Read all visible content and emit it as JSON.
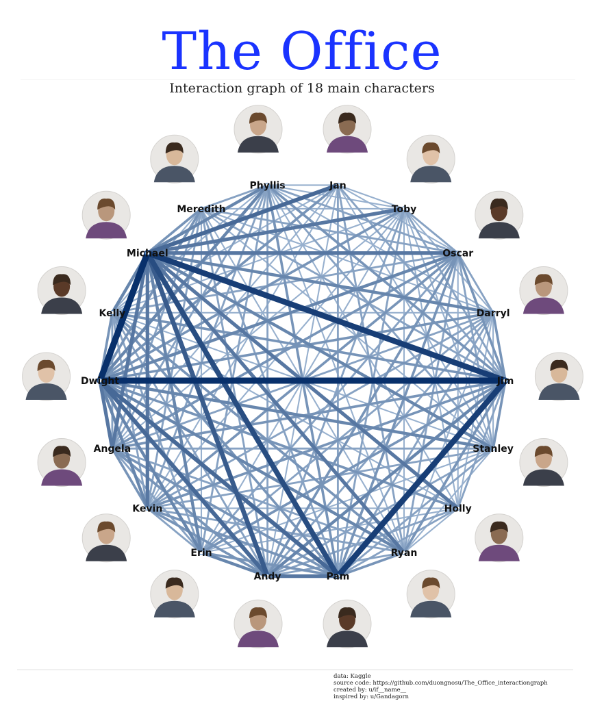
{
  "title": "The Office",
  "subtitle": "Interaction graph of 18 main characters",
  "colors": {
    "title": "#1a33ff",
    "edge_light": "#c6dbef",
    "edge_dark": "#08306b"
  },
  "nodes": [
    {
      "id": "Phyllis",
      "label": "Phyllis",
      "portrait": "phyllis-portrait"
    },
    {
      "id": "Jan",
      "label": "Jan",
      "portrait": "jan-portrait"
    },
    {
      "id": "Toby",
      "label": "Toby",
      "portrait": "toby-portrait"
    },
    {
      "id": "Oscar",
      "label": "Oscar",
      "portrait": "oscar-portrait"
    },
    {
      "id": "Darryl",
      "label": "Darryl",
      "portrait": "darryl-portrait"
    },
    {
      "id": "Jim",
      "label": "Jim",
      "portrait": "jim-portrait"
    },
    {
      "id": "Stanley",
      "label": "Stanley",
      "portrait": "stanley-portrait"
    },
    {
      "id": "Holly",
      "label": "Holly",
      "portrait": "holly-portrait"
    },
    {
      "id": "Ryan",
      "label": "Ryan",
      "portrait": "ryan-portrait"
    },
    {
      "id": "Pam",
      "label": "Pam",
      "portrait": "pam-portrait"
    },
    {
      "id": "Andy",
      "label": "Andy",
      "portrait": "andy-portrait"
    },
    {
      "id": "Erin",
      "label": "Erin",
      "portrait": "erin-portrait"
    },
    {
      "id": "Kevin",
      "label": "Kevin",
      "portrait": "kevin-portrait"
    },
    {
      "id": "Angela",
      "label": "Angela",
      "portrait": "angela-portrait"
    },
    {
      "id": "Dwight",
      "label": "Dwight",
      "portrait": "dwight-portrait"
    },
    {
      "id": "Kelly",
      "label": "Kelly",
      "portrait": "kelly-portrait"
    },
    {
      "id": "Michael",
      "label": "Michael",
      "portrait": "michael-portrait"
    },
    {
      "id": "Meredith",
      "label": "Meredith",
      "portrait": "meredith-portrait"
    }
  ],
  "edges": [
    {
      "source": "Michael",
      "target": "Dwight",
      "weight": 10
    },
    {
      "source": "Dwight",
      "target": "Jim",
      "weight": 10
    },
    {
      "source": "Michael",
      "target": "Jim",
      "weight": 9
    },
    {
      "source": "Jim",
      "target": "Pam",
      "weight": 9
    },
    {
      "source": "Michael",
      "target": "Pam",
      "weight": 8
    },
    {
      "source": "Michael",
      "target": "Andy",
      "weight": 7
    },
    {
      "source": "Michael",
      "target": "Jan",
      "weight": 6
    },
    {
      "source": "Dwight",
      "target": "Andy",
      "weight": 6
    },
    {
      "source": "Dwight",
      "target": "Pam",
      "weight": 6
    },
    {
      "source": "Andy",
      "target": "Pam",
      "weight": 5
    },
    {
      "source": "Michael",
      "target": "Toby",
      "weight": 5
    },
    {
      "source": "Michael",
      "target": "Oscar",
      "weight": 5
    },
    {
      "source": "Michael",
      "target": "Ryan",
      "weight": 5
    },
    {
      "source": "Michael",
      "target": "Holly",
      "weight": 5
    },
    {
      "source": "Michael",
      "target": "Kevin",
      "weight": 5
    },
    {
      "source": "Michael",
      "target": "Angela",
      "weight": 5
    },
    {
      "source": "Michael",
      "target": "Stanley",
      "weight": 4
    },
    {
      "source": "Michael",
      "target": "Phyllis",
      "weight": 4
    },
    {
      "source": "Michael",
      "target": "Erin",
      "weight": 4
    },
    {
      "source": "Michael",
      "target": "Darryl",
      "weight": 4
    },
    {
      "source": "Michael",
      "target": "Kelly",
      "weight": 4
    },
    {
      "source": "Michael",
      "target": "Meredith",
      "weight": 3
    },
    {
      "source": "Dwight",
      "target": "Angela",
      "weight": 5
    },
    {
      "source": "Dwight",
      "target": "Ryan",
      "weight": 4
    },
    {
      "source": "Dwight",
      "target": "Oscar",
      "weight": 4
    },
    {
      "source": "Dwight",
      "target": "Kevin",
      "weight": 4
    },
    {
      "source": "Dwight",
      "target": "Erin",
      "weight": 4
    },
    {
      "source": "Dwight",
      "target": "Stanley",
      "weight": 4
    },
    {
      "source": "Dwight",
      "target": "Phyllis",
      "weight": 4
    },
    {
      "source": "Dwight",
      "target": "Darryl",
      "weight": 3
    },
    {
      "source": "Dwight",
      "target": "Holly",
      "weight": 3
    },
    {
      "source": "Dwight",
      "target": "Kelly",
      "weight": 3
    },
    {
      "source": "Dwight",
      "target": "Toby",
      "weight": 3
    },
    {
      "source": "Dwight",
      "target": "Jan",
      "weight": 3
    },
    {
      "source": "Dwight",
      "target": "Meredith",
      "weight": 3
    },
    {
      "source": "Jim",
      "target": "Andy",
      "weight": 4
    },
    {
      "source": "Jim",
      "target": "Ryan",
      "weight": 3
    },
    {
      "source": "Jim",
      "target": "Oscar",
      "weight": 3
    },
    {
      "source": "Jim",
      "target": "Kevin",
      "weight": 3
    },
    {
      "source": "Jim",
      "target": "Stanley",
      "weight": 3
    },
    {
      "source": "Jim",
      "target": "Angela",
      "weight": 3
    },
    {
      "source": "Jim",
      "target": "Erin",
      "weight": 3
    },
    {
      "source": "Jim",
      "target": "Darryl",
      "weight": 3
    },
    {
      "source": "Jim",
      "target": "Phyllis",
      "weight": 3
    },
    {
      "source": "Jim",
      "target": "Kelly",
      "weight": 3
    },
    {
      "source": "Jim",
      "target": "Toby",
      "weight": 2
    },
    {
      "source": "Jim",
      "target": "Holly",
      "weight": 2
    },
    {
      "source": "Jim",
      "target": "Jan",
      "weight": 2
    },
    {
      "source": "Jim",
      "target": "Meredith",
      "weight": 2
    },
    {
      "source": "Pam",
      "target": "Ryan",
      "weight": 3
    },
    {
      "source": "Pam",
      "target": "Kevin",
      "weight": 3
    },
    {
      "source": "Pam",
      "target": "Angela",
      "weight": 3
    },
    {
      "source": "Pam",
      "target": "Oscar",
      "weight": 3
    },
    {
      "source": "Pam",
      "target": "Erin",
      "weight": 3
    },
    {
      "source": "Pam",
      "target": "Kelly",
      "weight": 3
    },
    {
      "source": "Pam",
      "target": "Phyllis",
      "weight": 3
    },
    {
      "source": "Pam",
      "target": "Stanley",
      "weight": 2
    },
    {
      "source": "Pam",
      "target": "Darryl",
      "weight": 2
    },
    {
      "source": "Pam",
      "target": "Holly",
      "weight": 2
    },
    {
      "source": "Pam",
      "target": "Toby",
      "weight": 2
    },
    {
      "source": "Pam",
      "target": "Meredith",
      "weight": 2
    },
    {
      "source": "Pam",
      "target": "Jan",
      "weight": 2
    },
    {
      "source": "Andy",
      "target": "Erin",
      "weight": 4
    },
    {
      "source": "Andy",
      "target": "Angela",
      "weight": 3
    },
    {
      "source": "Andy",
      "target": "Kevin",
      "weight": 3
    },
    {
      "source": "Andy",
      "target": "Oscar",
      "weight": 3
    },
    {
      "source": "Andy",
      "target": "Darryl",
      "weight": 2
    },
    {
      "source": "Andy",
      "target": "Ryan",
      "weight": 2
    },
    {
      "source": "Andy",
      "target": "Stanley",
      "weight": 2
    },
    {
      "source": "Andy",
      "target": "Phyllis",
      "weight": 2
    },
    {
      "source": "Andy",
      "target": "Kelly",
      "weight": 2
    },
    {
      "source": "Andy",
      "target": "Holly",
      "weight": 2
    },
    {
      "source": "Andy",
      "target": "Toby",
      "weight": 2
    },
    {
      "source": "Andy",
      "target": "Meredith",
      "weight": 2
    },
    {
      "source": "Angela",
      "target": "Oscar",
      "weight": 3
    },
    {
      "source": "Angela",
      "target": "Kevin",
      "weight": 3
    },
    {
      "source": "Angela",
      "target": "Phyllis",
      "weight": 2
    },
    {
      "source": "Angela",
      "target": "Erin",
      "weight": 2
    },
    {
      "source": "Angela",
      "target": "Kelly",
      "weight": 2
    },
    {
      "source": "Angela",
      "target": "Ryan",
      "weight": 2
    },
    {
      "source": "Angela",
      "target": "Stanley",
      "weight": 2
    },
    {
      "source": "Angela",
      "target": "Meredith",
      "weight": 2
    },
    {
      "source": "Angela",
      "target": "Darryl",
      "weight": 2
    },
    {
      "source": "Angela",
      "target": "Toby",
      "weight": 1
    },
    {
      "source": "Kevin",
      "target": "Oscar",
      "weight": 3
    },
    {
      "source": "Kevin",
      "target": "Erin",
      "weight": 2
    },
    {
      "source": "Kevin",
      "target": "Stanley",
      "weight": 2
    },
    {
      "source": "Kevin",
      "target": "Phyllis",
      "weight": 2
    },
    {
      "source": "Kevin",
      "target": "Kelly",
      "weight": 2
    },
    {
      "source": "Kevin",
      "target": "Darryl",
      "weight": 2
    },
    {
      "source": "Kevin",
      "target": "Ryan",
      "weight": 2
    },
    {
      "source": "Kevin",
      "target": "Meredith",
      "weight": 2
    },
    {
      "source": "Kevin",
      "target": "Toby",
      "weight": 1
    },
    {
      "source": "Kevin",
      "target": "Holly",
      "weight": 1
    },
    {
      "source": "Oscar",
      "target": "Phyllis",
      "weight": 2
    },
    {
      "source": "Oscar",
      "target": "Stanley",
      "weight": 2
    },
    {
      "source": "Oscar",
      "target": "Erin",
      "weight": 2
    },
    {
      "source": "Oscar",
      "target": "Kelly",
      "weight": 2
    },
    {
      "source": "Oscar",
      "target": "Ryan",
      "weight": 2
    },
    {
      "source": "Oscar",
      "target": "Darryl",
      "weight": 2
    },
    {
      "source": "Oscar",
      "target": "Toby",
      "weight": 2
    },
    {
      "source": "Oscar",
      "target": "Meredith",
      "weight": 2
    },
    {
      "source": "Oscar",
      "target": "Holly",
      "weight": 1
    },
    {
      "source": "Oscar",
      "target": "Jan",
      "weight": 1
    },
    {
      "source": "Erin",
      "target": "Darryl",
      "weight": 2
    },
    {
      "source": "Erin",
      "target": "Kelly",
      "weight": 2
    },
    {
      "source": "Erin",
      "target": "Phyllis",
      "weight": 2
    },
    {
      "source": "Erin",
      "target": "Stanley",
      "weight": 1
    },
    {
      "source": "Erin",
      "target": "Toby",
      "weight": 1
    },
    {
      "source": "Erin",
      "target": "Meredith",
      "weight": 1
    },
    {
      "source": "Erin",
      "target": "Holly",
      "weight": 1
    },
    {
      "source": "Ryan",
      "target": "Kelly",
      "weight": 3
    },
    {
      "source": "Ryan",
      "target": "Stanley",
      "weight": 1
    },
    {
      "source": "Ryan",
      "target": "Darryl",
      "weight": 1
    },
    {
      "source": "Ryan",
      "target": "Phyllis",
      "weight": 1
    },
    {
      "source": "Ryan",
      "target": "Jan",
      "weight": 2
    },
    {
      "source": "Ryan",
      "target": "Toby",
      "weight": 1
    },
    {
      "source": "Ryan",
      "target": "Meredith",
      "weight": 1
    },
    {
      "source": "Ryan",
      "target": "Holly",
      "weight": 1
    },
    {
      "source": "Stanley",
      "target": "Phyllis",
      "weight": 2
    },
    {
      "source": "Stanley",
      "target": "Kelly",
      "weight": 1
    },
    {
      "source": "Stanley",
      "target": "Darryl",
      "weight": 1
    },
    {
      "source": "Stanley",
      "target": "Meredith",
      "weight": 1
    },
    {
      "source": "Stanley",
      "target": "Toby",
      "weight": 1
    },
    {
      "source": "Phyllis",
      "target": "Kelly",
      "weight": 1
    },
    {
      "source": "Phyllis",
      "target": "Meredith",
      "weight": 2
    },
    {
      "source": "Phyllis",
      "target": "Darryl",
      "weight": 1
    },
    {
      "source": "Phyllis",
      "target": "Toby",
      "weight": 1
    },
    {
      "source": "Phyllis",
      "target": "Holly",
      "weight": 1
    },
    {
      "source": "Kelly",
      "target": "Darryl",
      "weight": 1
    },
    {
      "source": "Kelly",
      "target": "Meredith",
      "weight": 1
    },
    {
      "source": "Kelly",
      "target": "Toby",
      "weight": 1
    },
    {
      "source": "Kelly",
      "target": "Holly",
      "weight": 1
    },
    {
      "source": "Darryl",
      "target": "Toby",
      "weight": 1
    },
    {
      "source": "Darryl",
      "target": "Meredith",
      "weight": 1
    },
    {
      "source": "Darryl",
      "target": "Holly",
      "weight": 1
    },
    {
      "source": "Holly",
      "target": "Toby",
      "weight": 1
    },
    {
      "source": "Meredith",
      "target": "Toby",
      "weight": 1
    },
    {
      "source": "Jan",
      "target": "Toby",
      "weight": 1
    },
    {
      "source": "Jan",
      "target": "Stanley",
      "weight": 1
    },
    {
      "source": "Jan",
      "target": "Kelly",
      "weight": 1
    },
    {
      "source": "Jan",
      "target": "Angela",
      "weight": 1
    },
    {
      "source": "Jan",
      "target": "Kevin",
      "weight": 1
    },
    {
      "source": "Jan",
      "target": "Andy",
      "weight": 1
    },
    {
      "source": "Jan",
      "target": "Phyllis",
      "weight": 1
    }
  ],
  "credits": {
    "data": "data: Kaggle",
    "source_code": "source code: https://github.com/duongnosu/The_Office_interactiongraph",
    "created_by": "created by: u/if__name__",
    "inspired_by": "inspired by: u/Gandagorn"
  }
}
